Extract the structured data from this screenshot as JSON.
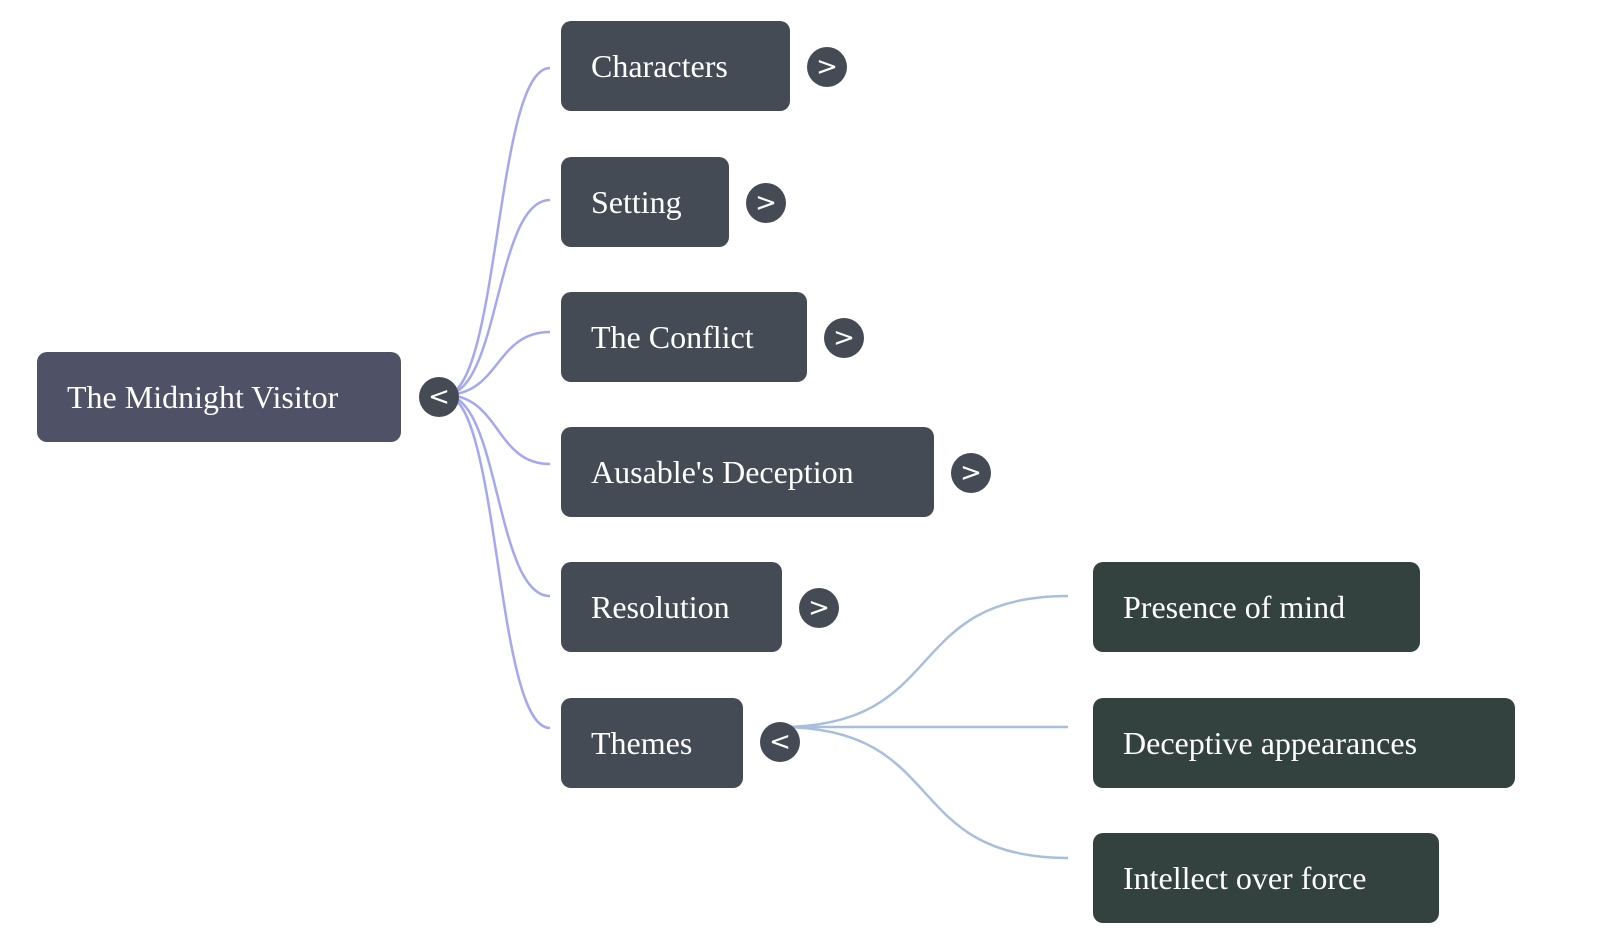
{
  "mindmap": {
    "root": {
      "label": "The Midnight Visitor",
      "toggle": "<",
      "expanded": true
    },
    "branches": [
      {
        "label": "Characters",
        "toggle": ">",
        "expanded": false
      },
      {
        "label": "Setting",
        "toggle": ">",
        "expanded": false
      },
      {
        "label": "The Conflict",
        "toggle": ">",
        "expanded": false
      },
      {
        "label": "Ausable's Deception",
        "toggle": ">",
        "expanded": false
      },
      {
        "label": "Resolution",
        "toggle": ">",
        "expanded": false
      },
      {
        "label": "Themes",
        "toggle": "<",
        "expanded": true,
        "children": [
          {
            "label": "Presence of mind"
          },
          {
            "label": "Deceptive appearances"
          },
          {
            "label": "Intellect over force"
          }
        ]
      }
    ]
  },
  "colors": {
    "root_fill": "#4f5166",
    "branch_fill": "#444b55",
    "leaf_fill": "#33423f",
    "root_link": "#a3a8f0",
    "themes_link": "#a7bfdc",
    "text": "#ffffff"
  }
}
